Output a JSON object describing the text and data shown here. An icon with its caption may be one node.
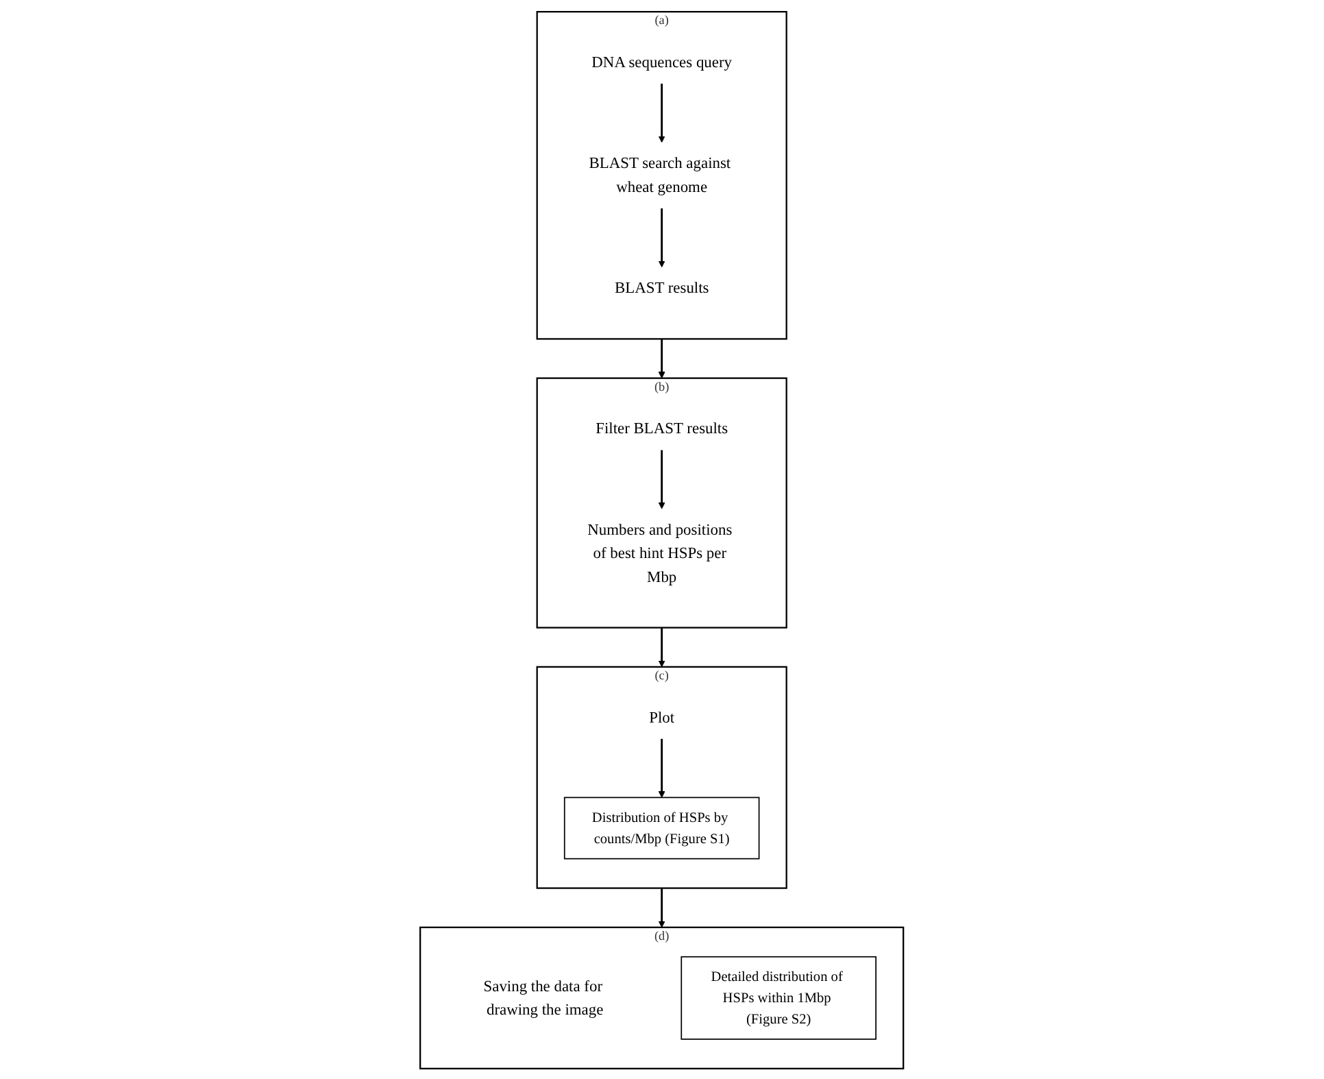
{
  "diagram": {
    "nodes": [
      {
        "text": [
          "(a)"
        ]
      },
      {
        "text": [
          "DNA sequences query"
        ],
        "in": 0
      },
      {
        "text": [
          "BLAST search against wheat genome"
        ],
        "in": 0
      },
      {
        "text": [
          "BLAST results"
        ],
        "in": 0
      },
      {
        "text": [
          "(b)"
        ]
      },
      {
        "text": [
          "Filter BLAST results"
        ],
        "in": 4
      },
      {
        "text": [
          "Numbers and positions of best hint HSPs per Mbp"
        ],
        "in": 4
      },
      {
        "text": [
          "(c)"
        ]
      },
      {
        "text": [
          "Plot"
        ],
        "in": 7
      },
      {
        "text": [
          "Distribution of HSPs by counts/Mbp (Figure S1)"
        ],
        "in": 7
      },
      {
        "text": [
          "(d)"
        ]
      },
      {
        "text": [
          "Saving the data for drawing the image"
        ],
        "in": 10
      },
      {
        "text": [
          "Detailed distribution of HSPs within 1Mbp (Figure S2)"
        ],
        "in": 10
      }
    ],
    "edges": [
      {
        "from": 1,
        "to": 2,
        "arrow": "to"
      },
      {
        "from": 2,
        "to": 3,
        "arrow": "to"
      },
      {
        "from": 0,
        "to": 4,
        "arrow": "to"
      },
      {
        "from": 5,
        "to": 6,
        "arrow": "to"
      },
      {
        "from": 4,
        "to": 7,
        "arrow": "to"
      },
      {
        "from": 8,
        "to": 9,
        "arrow": "to"
      },
      {
        "from": 7,
        "to": 10,
        "arrow": "to"
      }
    ]
  }
}
